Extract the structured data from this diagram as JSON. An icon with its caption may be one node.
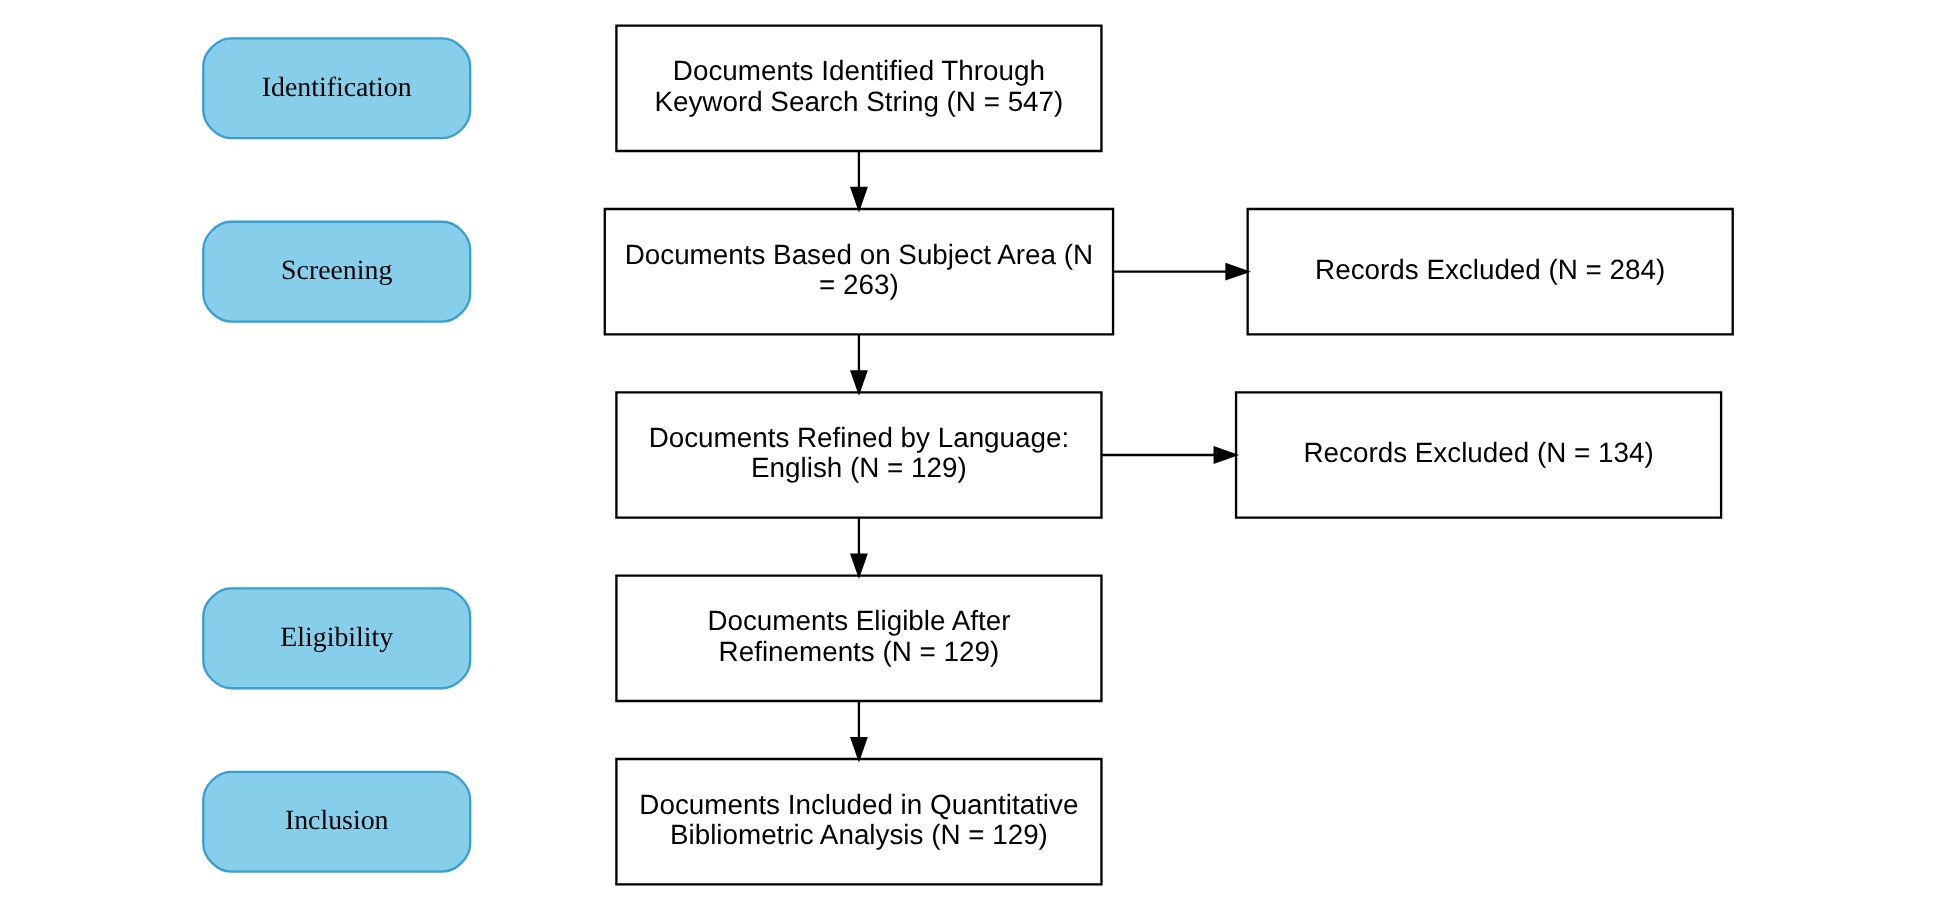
{
  "diagram": {
    "nodes": [
      {
        "text": [
          "Identification"
        ]
      },
      {
        "text": [
          "Documents Identified Through Keyword Search String (N = 547)"
        ]
      },
      {
        "text": [
          "Screening"
        ]
      },
      {
        "text": [
          "Documents Based on Subject Area (N = 263)"
        ]
      },
      {
        "text": [
          "Records Excluded (N = 284)"
        ]
      },
      {
        "text": [
          "Documents Refined by Language: English (N = 129)"
        ]
      },
      {
        "text": [
          "Records Excluded (N = 134)"
        ]
      },
      {
        "text": [
          "Eligibility"
        ]
      },
      {
        "text": [
          "Documents Eligible After Refinements (N = 129)"
        ]
      },
      {
        "text": [
          "Inclusion"
        ]
      },
      {
        "text": [
          "Documents Included in Quantitative Bibliometric Analysis (N = 129)"
        ]
      }
    ],
    "edges": [
      {
        "from": 1,
        "to": 3,
        "arrow": "to"
      },
      {
        "from": 3,
        "to": 4,
        "arrow": "to"
      },
      {
        "from": 3,
        "to": 5,
        "arrow": "to"
      },
      {
        "from": 5,
        "to": 6,
        "arrow": "to"
      },
      {
        "from": 5,
        "to": 8,
        "arrow": "to"
      },
      {
        "from": 8,
        "to": 10,
        "arrow": "to"
      }
    ]
  }
}
